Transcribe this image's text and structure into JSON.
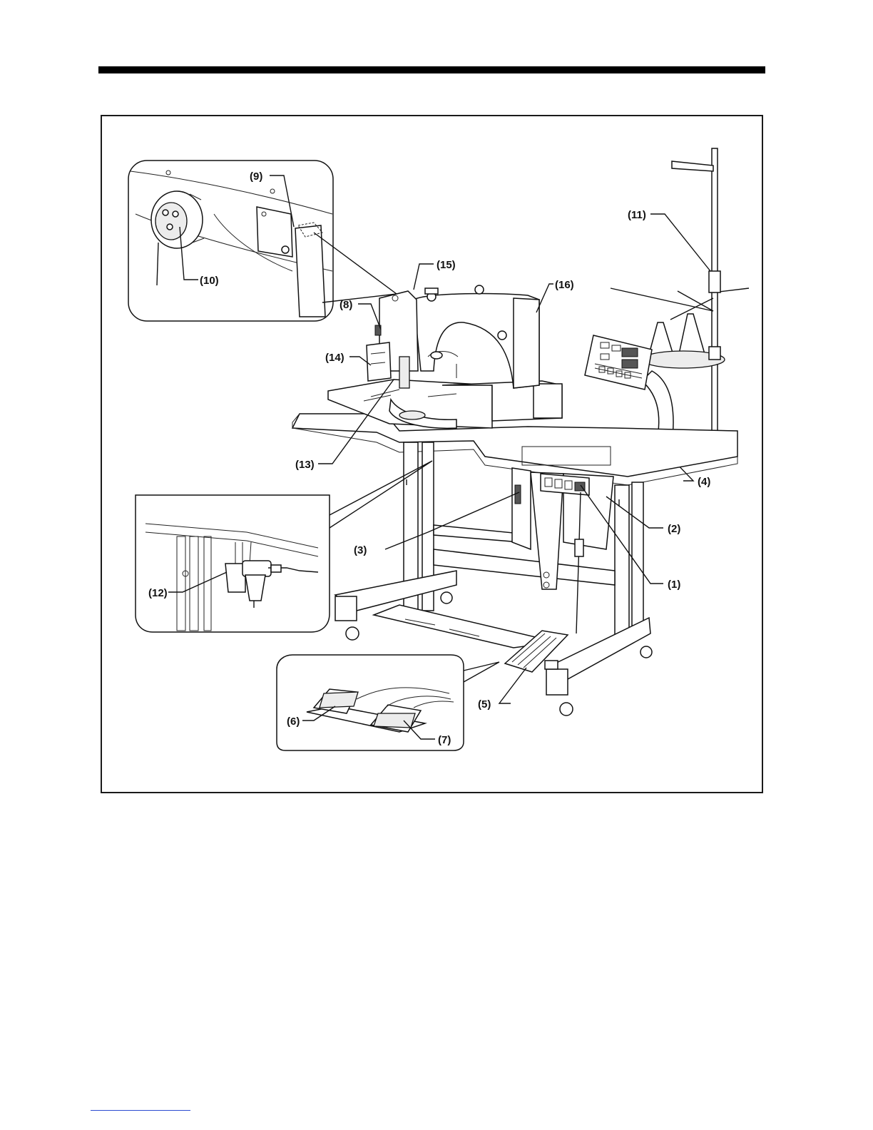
{
  "callouts": [
    {
      "id": "1",
      "label": "(1)"
    },
    {
      "id": "2",
      "label": "(2)"
    },
    {
      "id": "3",
      "label": "(3)"
    },
    {
      "id": "4",
      "label": "(4)"
    },
    {
      "id": "5",
      "label": "(5)"
    },
    {
      "id": "6",
      "label": "(6)"
    },
    {
      "id": "7",
      "label": "(7)"
    },
    {
      "id": "8",
      "label": "(8)"
    },
    {
      "id": "9",
      "label": "(9)"
    },
    {
      "id": "10",
      "label": "(10)"
    },
    {
      "id": "11",
      "label": "(11)"
    },
    {
      "id": "12",
      "label": "(12)"
    },
    {
      "id": "13",
      "label": "(13)"
    },
    {
      "id": "14",
      "label": "(14)"
    },
    {
      "id": "15",
      "label": "(15)"
    },
    {
      "id": "16",
      "label": "(16)"
    }
  ]
}
